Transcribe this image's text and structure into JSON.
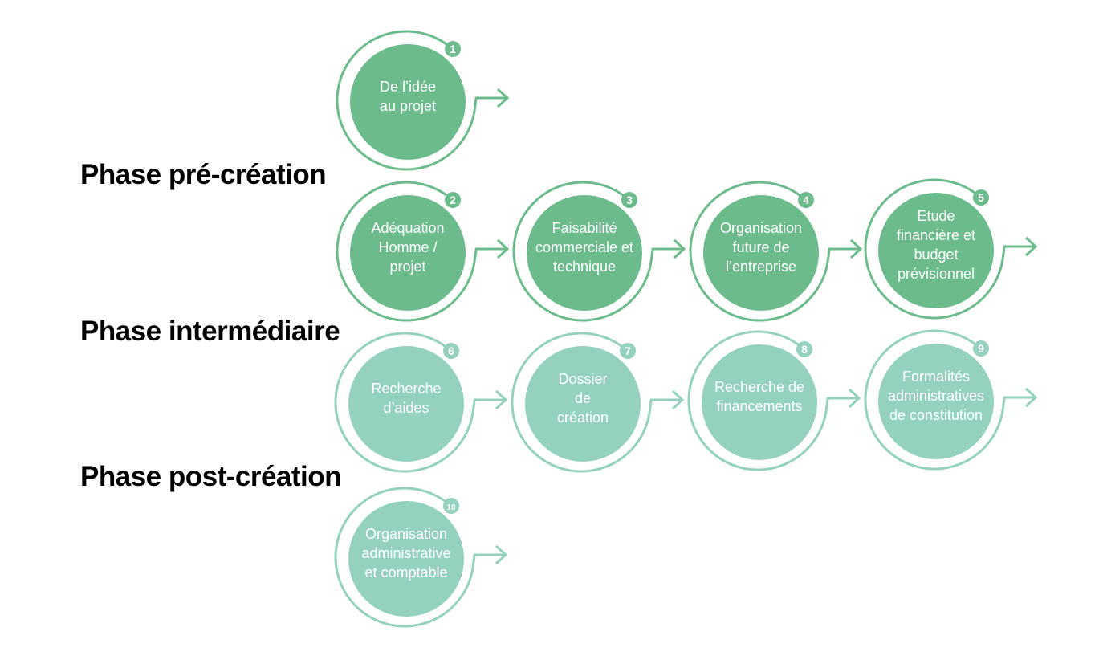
{
  "colors": {
    "primary": "#6cbb8c",
    "secondary": "#95d1bf",
    "text_on_circle": "#ffffff",
    "heading": "#000000"
  },
  "phases": [
    {
      "id": "pre",
      "title": "Phase pré-création"
    },
    {
      "id": "inter",
      "title": "Phase intermédiaire"
    },
    {
      "id": "post",
      "title": "Phase post-création"
    }
  ],
  "steps": [
    {
      "number": "1",
      "label": "De l’idée\nau projet",
      "tone": "primary"
    },
    {
      "number": "2",
      "label": "Adéquation\nHomme /\nprojet",
      "tone": "primary"
    },
    {
      "number": "3",
      "label": "Faisabilité\ncommerciale et\ntechnique",
      "tone": "primary"
    },
    {
      "number": "4",
      "label": "Organisation\nfuture de\nl’entreprise",
      "tone": "primary"
    },
    {
      "number": "5",
      "label": "Etude\nfinancière et\nbudget\nprévisionnel",
      "tone": "primary"
    },
    {
      "number": "6",
      "label": "Recherche\nd’aides",
      "tone": "secondary"
    },
    {
      "number": "7",
      "label": "Dossier\nde\ncréation",
      "tone": "secondary"
    },
    {
      "number": "8",
      "label": "Recherche de\nfinancements",
      "tone": "secondary"
    },
    {
      "number": "9",
      "label": "Formalités\nadministratives\nde constitution",
      "tone": "secondary"
    },
    {
      "number": "10",
      "label": "Organisation\nadministrative\net comptable",
      "tone": "secondary"
    }
  ]
}
